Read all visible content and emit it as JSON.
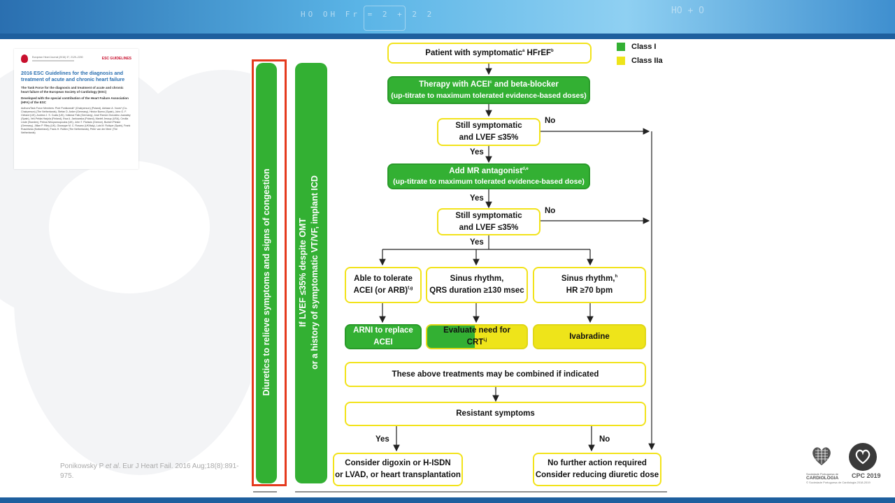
{
  "banner": {
    "formula": "HO  OH  Fr = 2 + 2  2",
    "formula2": "HO  +  O"
  },
  "paper": {
    "journal_line": "European Heart Journal (2016) 37, 2129–2200",
    "tag": "ESC GUIDELINES",
    "title": "2016 ESC Guidelines for the diagnosis and treatment of acute and chronic heart failure",
    "subtitle": "The Task Force for the diagnosis and treatment of acute and chronic heart failure of the European Society of Cardiology (ESC)",
    "subtitle2": "Developed with the special contribution of the Heart Failure Association (HFA) of the ESC",
    "authors": "Authors/Task Force Members: Piotr Ponikowski* (Chairperson) (Poland), Adriaan A. Voors* (Co-Chairperson) (The Netherlands), Stefan D. Anker (Germany), Héctor Bueno (Spain), John G. F. Cleland (UK), Andrew J. S. Coats (UK), Volkmar Falk (Germany), José Ramón González-Juanatey (Spain), Veli-Pekka Harjola (Finland), Ewa A. Jankowska (Poland), Mariell Jessup (USA), Cecilia Linde (Sweden), Petros Nihoyannopoulos (UK), John T. Parissis (Greece), Burkert Pieske (Germany), Jillian P. Riley (UK), Giuseppe M. C. Rosano (UK/Italy), Luis M. Ruilope (Spain), Frank Ruschitzka (Switzerland), Frans H. Rutten (The Netherlands), Peter van der Meer (The Netherlands)"
  },
  "citation": {
    "authors": "Ponikowsky P ",
    "etal": "et al",
    "rest": ". Eur J Heart Fail. 2016 Aug;18(8):891-975."
  },
  "colors": {
    "class_i": "#33b033",
    "class_iia": "#eee41a",
    "frame": "#e53a1e"
  },
  "legend": [
    {
      "label": "Class I",
      "color": "#33b033"
    },
    {
      "label": "Class IIa",
      "color": "#eee41a"
    }
  ],
  "side": {
    "diuretics": "Diuretics to relieve symptoms and signs of congestion",
    "icd_line1": "If LVEF ≤35% despite OMT",
    "icd_line2": "or a history of symptomatic VT/VF, implant ICD"
  },
  "nodes": {
    "start": "Patient with symptomatic",
    "start_sup1": "a",
    "start_b": " HFrEF",
    "start_sup2": "b",
    "therapy_1": "Therapy with ACEI",
    "therapy_sup": "c",
    "therapy_2": " and beta-blocker",
    "therapy_line2": "(up-titrate to maximum tolerated evidence-based doses)",
    "check1_line1": "Still symptomatic",
    "check1_line2": "and LVEF ≤35%",
    "mra_line1": "Add MR antagonist",
    "mra_sup": "d,e",
    "mra_line2": "(up-titrate to maximum tolerated evidence-based dose)",
    "check2_line1": "Still symptomatic",
    "check2_line2": "and LVEF ≤35%",
    "acei_line1": "Able to tolerate",
    "acei_line2": "ACEI (or ARB)",
    "acei_sup": "f,g",
    "sinus_line1": "Sinus rhythm,",
    "sinus_line2": "QRS duration ≥130 msec",
    "hr_line1": "Sinus rhythm,",
    "hr_sup": "h",
    "hr_line2": "HR ≥70 bpm",
    "arni_line1": "ARNI to replace",
    "arni_line2": "ACEI",
    "crt_line1": "Evaluate need for",
    "crt_line2": "CRT",
    "crt_sup": "i,j",
    "ivabradine": "Ivabradine",
    "combined": "These above treatments may be combined if indicated",
    "resistant": "Resistant symptoms",
    "digoxin_line1": "Consider digoxin or H-ISDN",
    "digoxin_line2": "or LVAD, or heart transplantation",
    "nofurther_line1": "No further action required",
    "nofurther_line2": "Consider reducing diuretic dose"
  },
  "edges": {
    "yes": "Yes",
    "no": "No"
  },
  "logos": {
    "spc": "CARDIOLOGIA",
    "spc_pre": "Sociedade Portuguesa de",
    "spc_sub": "© Sociedade Portuguesa de Cardiologia 2018-2019",
    "cpc": "CPC 2019"
  }
}
